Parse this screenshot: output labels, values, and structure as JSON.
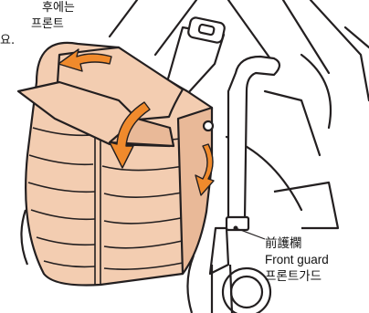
{
  "top_note": {
    "line1": "후에는",
    "line2": "프론트",
    "line3": "요."
  },
  "callout": {
    "label_zh": "前護欄",
    "label_en": "Front guard",
    "label_ko": "프론트가드"
  },
  "colors": {
    "cover_fill": "#f3cdb1",
    "cover_shade": "#e9b998",
    "arrow": "#f08a2c",
    "outline": "#231f20"
  },
  "icons": [
    "curved-arrow-left",
    "curved-arrow-down",
    "curved-arrow-down-side"
  ]
}
